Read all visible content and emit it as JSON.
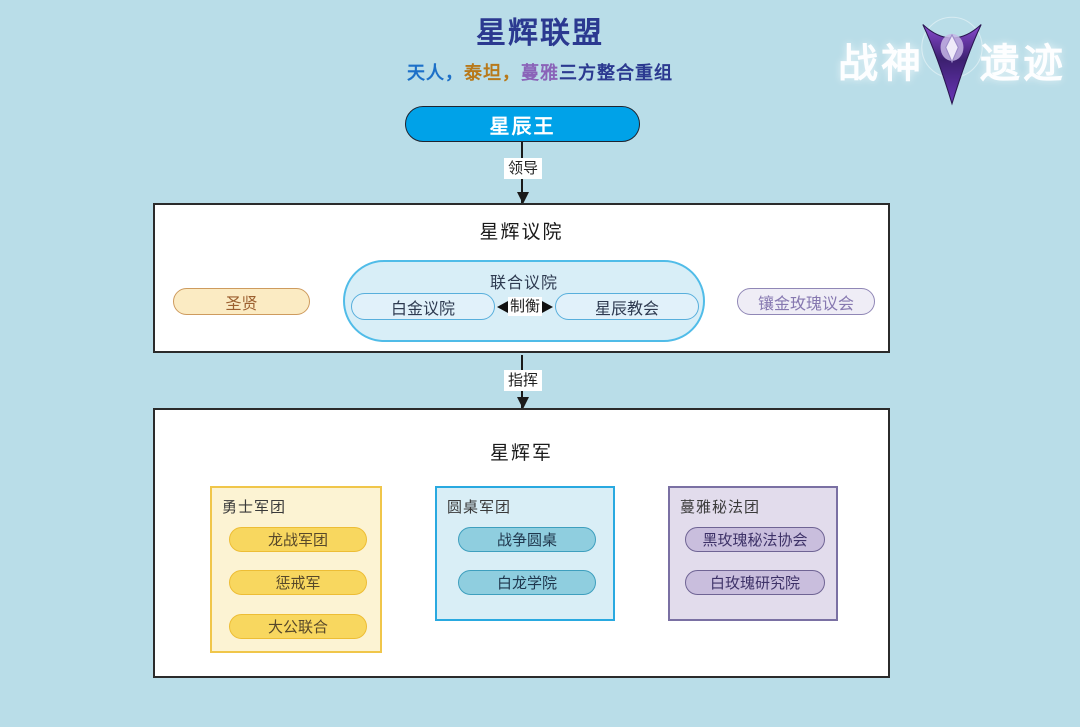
{
  "header": {
    "title": "星辉联盟",
    "subtitle": {
      "part_tianren": "天人，",
      "part_taitan": "泰坦，",
      "part_manya": "蔓雅",
      "part_rest": "三方整合重组"
    }
  },
  "logo": {
    "left_text": "战神",
    "right_text": "遗迹",
    "emblem": "tri-blade-gem-icon"
  },
  "diagram": {
    "king": {
      "label": "星辰王"
    },
    "edge_lead": {
      "label": "领导"
    },
    "edge_command": {
      "label": "指挥"
    },
    "edge_balance": {
      "label": "制衡"
    },
    "council": {
      "title": "星辉议院",
      "sage": {
        "label": "圣贤"
      },
      "union": {
        "title": "联合议院",
        "left_pill": "白金议院",
        "right_pill": "星辰教会"
      },
      "rose": {
        "label": "镶金玫瑰议会"
      }
    },
    "army": {
      "title": "星辉军",
      "groups": [
        {
          "label": "勇士军团",
          "items": [
            "龙战军团",
            "惩戒军",
            "大公联合"
          ]
        },
        {
          "label": "圆桌军团",
          "items": [
            "战争圆桌",
            "白龙学院"
          ]
        },
        {
          "label": "蔓雅秘法团",
          "items": [
            "黑玫瑰秘法协会",
            "白玫瑰研究院"
          ]
        }
      ]
    }
  },
  "colors": {
    "page_background": "#B9DDE8",
    "title_navy": "#2B3990",
    "subtitle_blue": "#1D70C8",
    "subtitle_orange": "#B8791B",
    "subtitle_purple": "#8A63B8",
    "king_fill": "#00A2E8",
    "box_border": "#2B2B2B",
    "sage_fill": "#FBEBC3",
    "union_fill": "#D8EEF7",
    "union_border": "#50BCE8",
    "rose_fill": "#EFEDF6",
    "warrior_fill": "#FCF3D3",
    "warrior_pill": "#F8D75F",
    "roundtable_fill": "#D9EEF6",
    "roundtable_pill": "#8FCEDF",
    "manya_fill": "#E2DCEC",
    "manya_pill": "#C9BEDD",
    "emblem_purple": "#7B3FC4"
  }
}
